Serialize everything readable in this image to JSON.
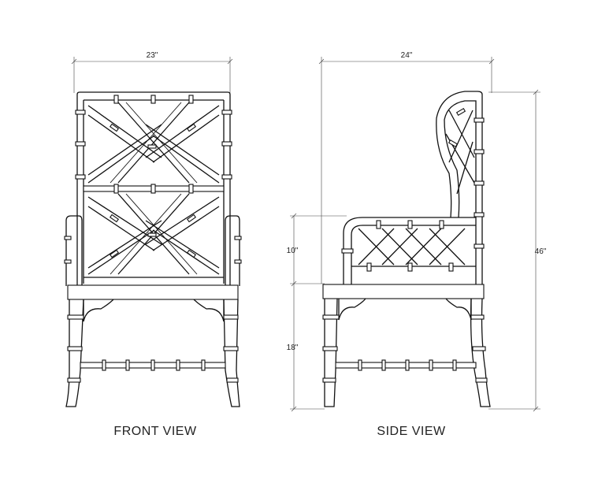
{
  "front_view": {
    "label": "FRONT VIEW",
    "width_dim": "23\""
  },
  "side_view": {
    "label": "SIDE VIEW",
    "depth_dim": "24\"",
    "height_dim": "46\"",
    "arm_dim": "10\"",
    "seat_dim": "18\""
  },
  "colors": {
    "line": "#111111",
    "background": "#ffffff"
  }
}
